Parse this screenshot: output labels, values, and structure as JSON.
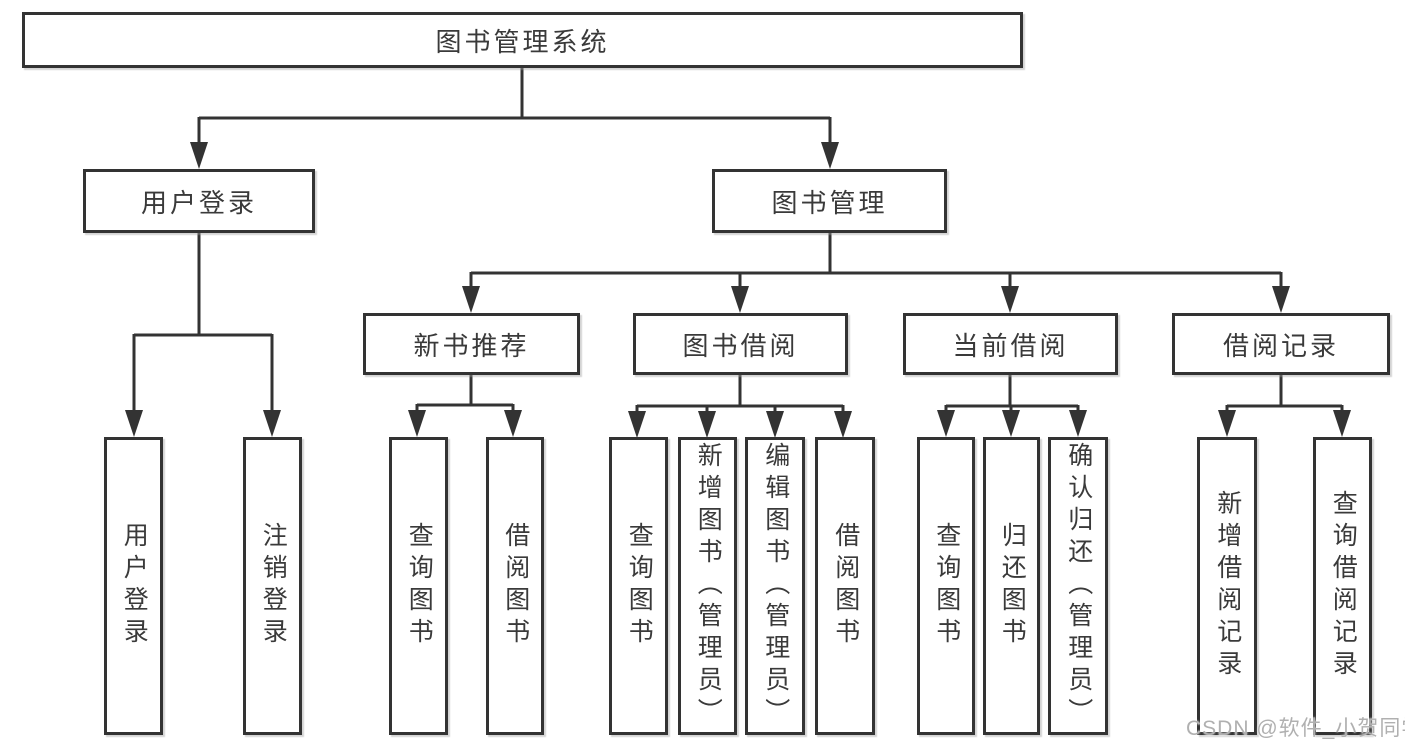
{
  "diagram": {
    "root": {
      "label": "图书管理系统"
    },
    "level2": {
      "user_login": {
        "label": "用户登录"
      },
      "book_management": {
        "label": "图书管理"
      }
    },
    "level3": {
      "new_book_recommend": {
        "label": "新书推荐"
      },
      "book_borrowing": {
        "label": "图书借阅"
      },
      "current_borrowing": {
        "label": "当前借阅"
      },
      "borrowing_records": {
        "label": "借阅记录"
      }
    },
    "leaves": {
      "user_login": {
        "label": "用户登录"
      },
      "logout": {
        "label": "注销登录"
      },
      "query_books_recommend": {
        "label": "查询图书"
      },
      "borrow_books_recommend": {
        "label": "借阅图书"
      },
      "query_books_borrowing": {
        "label": "查询图书"
      },
      "add_books_admin": {
        "label": "新增图书（管理员）"
      },
      "edit_books_admin": {
        "label": "编辑图书（管理员）"
      },
      "borrow_books_borrowing": {
        "label": "借阅图书"
      },
      "query_books_current": {
        "label": "查询图书"
      },
      "return_books": {
        "label": "归还图书"
      },
      "confirm_return_admin": {
        "label": "确认归还（管理员）"
      },
      "add_borrow_record": {
        "label": "新增借阅记录"
      },
      "query_borrow_record": {
        "label": "查询借阅记录"
      }
    },
    "watermark": "CSDN @软件_小贺同学",
    "colors": {
      "line": "#333333",
      "text": "#3a3a3a",
      "watermark": "#b0b0b0",
      "background": "#ffffff"
    }
  }
}
